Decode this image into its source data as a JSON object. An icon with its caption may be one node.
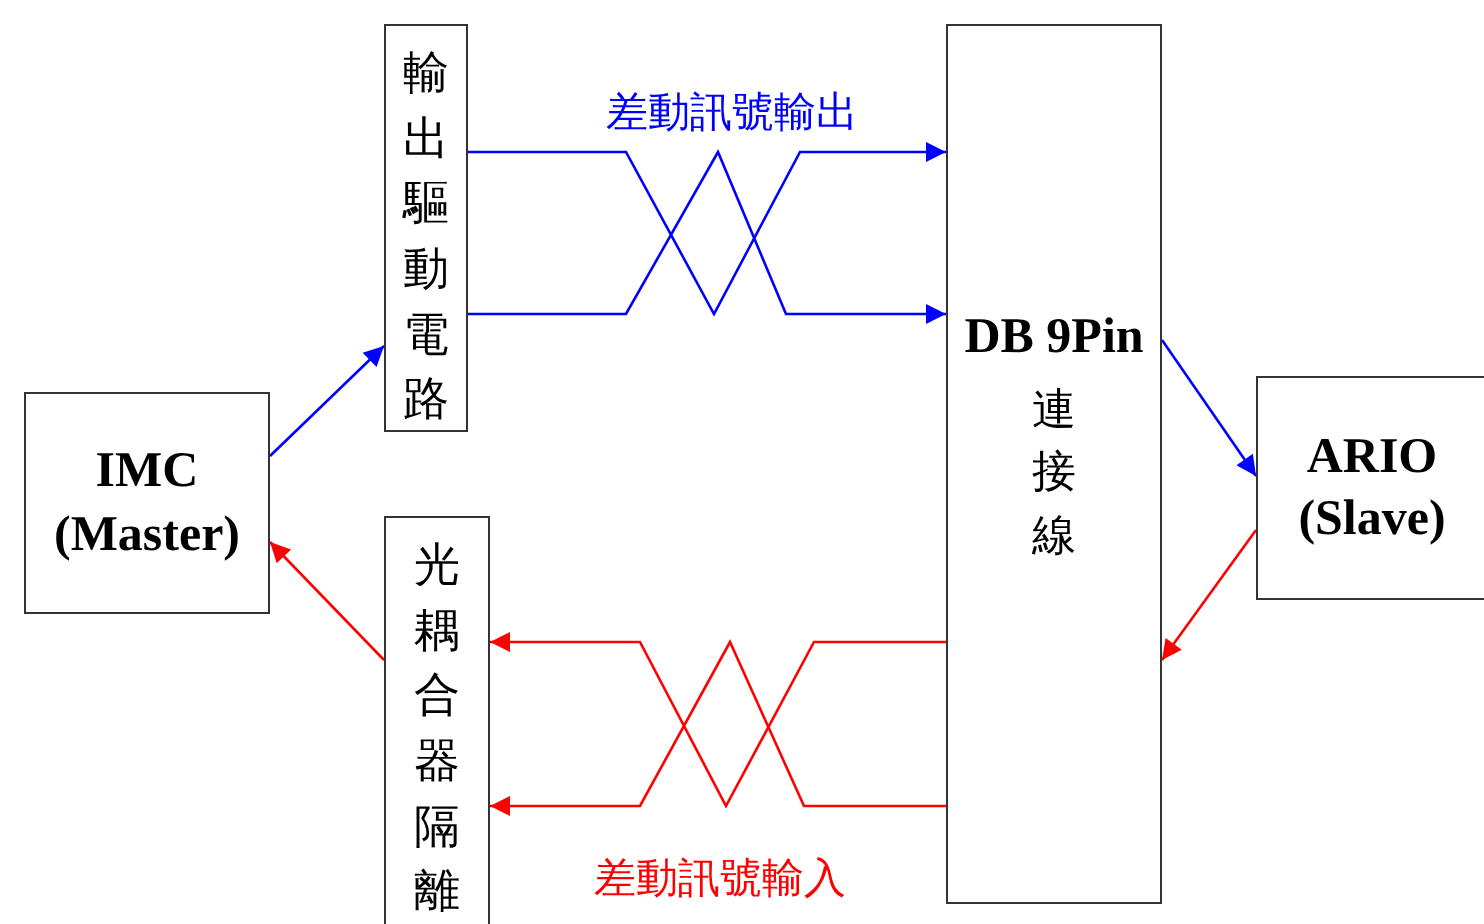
{
  "diagram": {
    "nodes": [
      {
        "text": [
          "IMC (Master)"
        ]
      },
      {
        "text": [
          "輸出驅動電路"
        ]
      },
      {
        "text": [
          "光耦合器隔離"
        ]
      },
      {
        "text": [
          "DB 9Pin",
          "連接線"
        ]
      },
      {
        "text": [
          "ARIO (Slave)"
        ]
      }
    ],
    "edges": [
      {
        "from": 0,
        "to": 1,
        "arrow": "to",
        "color": "#0000ff"
      },
      {
        "from": 1,
        "to": 3,
        "arrow": "to",
        "color": "#0000ff",
        "label": "差動訊號輸出"
      },
      {
        "from": 1,
        "to": 3,
        "arrow": "to",
        "color": "#0000ff"
      },
      {
        "from": 3,
        "to": 4,
        "arrow": "to",
        "color": "#0000ff"
      },
      {
        "from": 4,
        "to": 3,
        "arrow": "to",
        "color": "#ff0000"
      },
      {
        "from": 3,
        "to": 2,
        "arrow": "to",
        "color": "#ff0000",
        "label": "差動訊號輸入"
      },
      {
        "from": 3,
        "to": 2,
        "arrow": "to",
        "color": "#ff0000"
      },
      {
        "from": 2,
        "to": 0,
        "arrow": "to",
        "color": "#ff0000"
      }
    ]
  }
}
